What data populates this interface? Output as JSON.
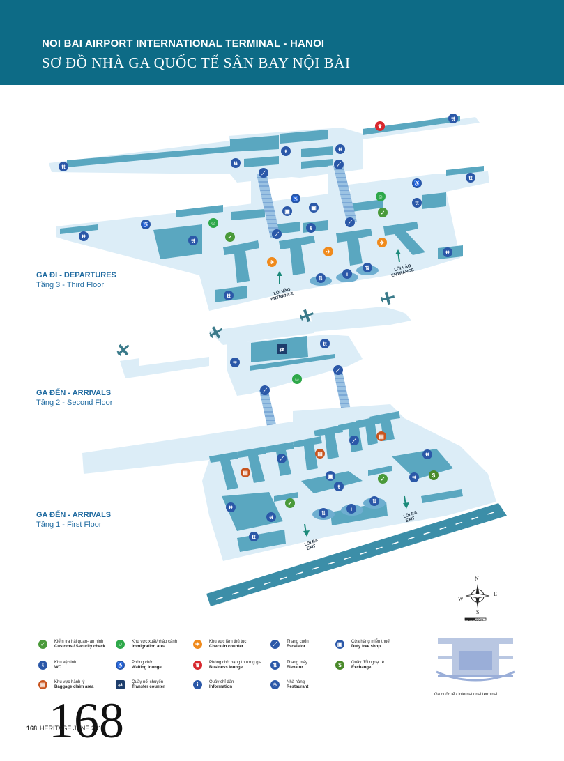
{
  "header": {
    "title_en": "NOI BAI AIRPORT INTERNATIONAL TERMINAL - HANOI",
    "title_vi": "SƠ ĐỒ NHÀ GA QUỐC TẾ SÂN BAY NỘI BÀI"
  },
  "floors": [
    {
      "title": "GA ĐI - DEPARTURES",
      "subtitle": "Tầng 3 - Third Floor"
    },
    {
      "title": "GA ĐẾN - ARRIVALS",
      "subtitle": "Tầng 2 - Second Floor"
    },
    {
      "title": "GA ĐẾN - ARRIVALS",
      "subtitle": "Tầng 1 - First Floor"
    }
  ],
  "map_labels": {
    "entrance_vi": "LỐI VÀO",
    "entrance_en": "ENTRANCE",
    "exit_vi": "LỐI RA",
    "exit_en": "EXIT"
  },
  "compass": {
    "n": "N",
    "s": "S",
    "e": "E",
    "w": "W",
    "scale": "0   100  200m"
  },
  "legend": [
    {
      "vi": "Kiểm tra hải quan- an ninh",
      "en": "Customs / Security check",
      "icon": "customs-icon",
      "color": "#4a9a3a",
      "glyph": "✓"
    },
    {
      "vi": "Khu vực xuất/nhập cảnh",
      "en": "Immigration area",
      "icon": "immigration-icon",
      "color": "#2ea84a",
      "glyph": "☺"
    },
    {
      "vi": "Khu vực làm thủ tục",
      "en": "Check-in counter",
      "icon": "checkin-icon",
      "color": "#f08a1c",
      "glyph": "✈"
    },
    {
      "vi": "Thang cuốn",
      "en": "Escalator",
      "icon": "escalator-icon",
      "color": "#2b58a8",
      "glyph": "⟋"
    },
    {
      "vi": "Cửa hàng miễn thuế",
      "en": "Duty free shop",
      "icon": "duty-free-icon",
      "color": "#2b58a8",
      "glyph": "▣"
    },
    {
      "vi": "Khu vệ sinh",
      "en": "WC",
      "icon": "wc-icon",
      "color": "#2b58a8",
      "glyph": "ŧ"
    },
    {
      "vi": "Phòng chờ",
      "en": "Waiting lounge",
      "icon": "lounge-icon",
      "color": "#2b58a8",
      "glyph": "♿"
    },
    {
      "vi": "Phòng chờ hạng thương gia",
      "en": "Business lounge",
      "icon": "business-lounge-icon",
      "color": "#d8282e",
      "glyph": "♛"
    },
    {
      "vi": "Thang máy",
      "en": "Elevator",
      "icon": "elevator-icon",
      "color": "#2b58a8",
      "glyph": "⇅"
    },
    {
      "vi": "Quầy đổi ngoại tệ",
      "en": "Exchange",
      "icon": "exchange-icon",
      "color": "#4a8a2a",
      "glyph": "$"
    },
    {
      "vi": "Khu vực hành lý",
      "en": "Baggage claim area",
      "icon": "baggage-icon",
      "color": "#c8541e",
      "glyph": "▤"
    },
    {
      "vi": "Quầy nối chuyến",
      "en": "Transfer counter",
      "icon": "transfer-icon",
      "color": "#1d3d6b",
      "glyph": "⇄"
    },
    {
      "vi": "Quầy chỉ dẫn",
      "en": "Information",
      "icon": "information-icon",
      "color": "#2b58a8",
      "glyph": "i"
    },
    {
      "vi": "Nhà hàng",
      "en": "Restaurant",
      "icon": "restaurant-icon",
      "color": "#2b58a8",
      "glyph": "♨"
    }
  ],
  "thumbnail_caption": "Ga quốc tế / International terminal",
  "footer": {
    "page_number_large": "168",
    "page_number_small": "168",
    "magazine": "HERITAGE JUNE 2018"
  },
  "colors": {
    "header": "#0d6b86",
    "floor": "#dcedf7",
    "block": "#5aa7c0",
    "road": "#3c8ea8",
    "label": "#1f6aa0",
    "icon_blue": "#2b58a8"
  }
}
